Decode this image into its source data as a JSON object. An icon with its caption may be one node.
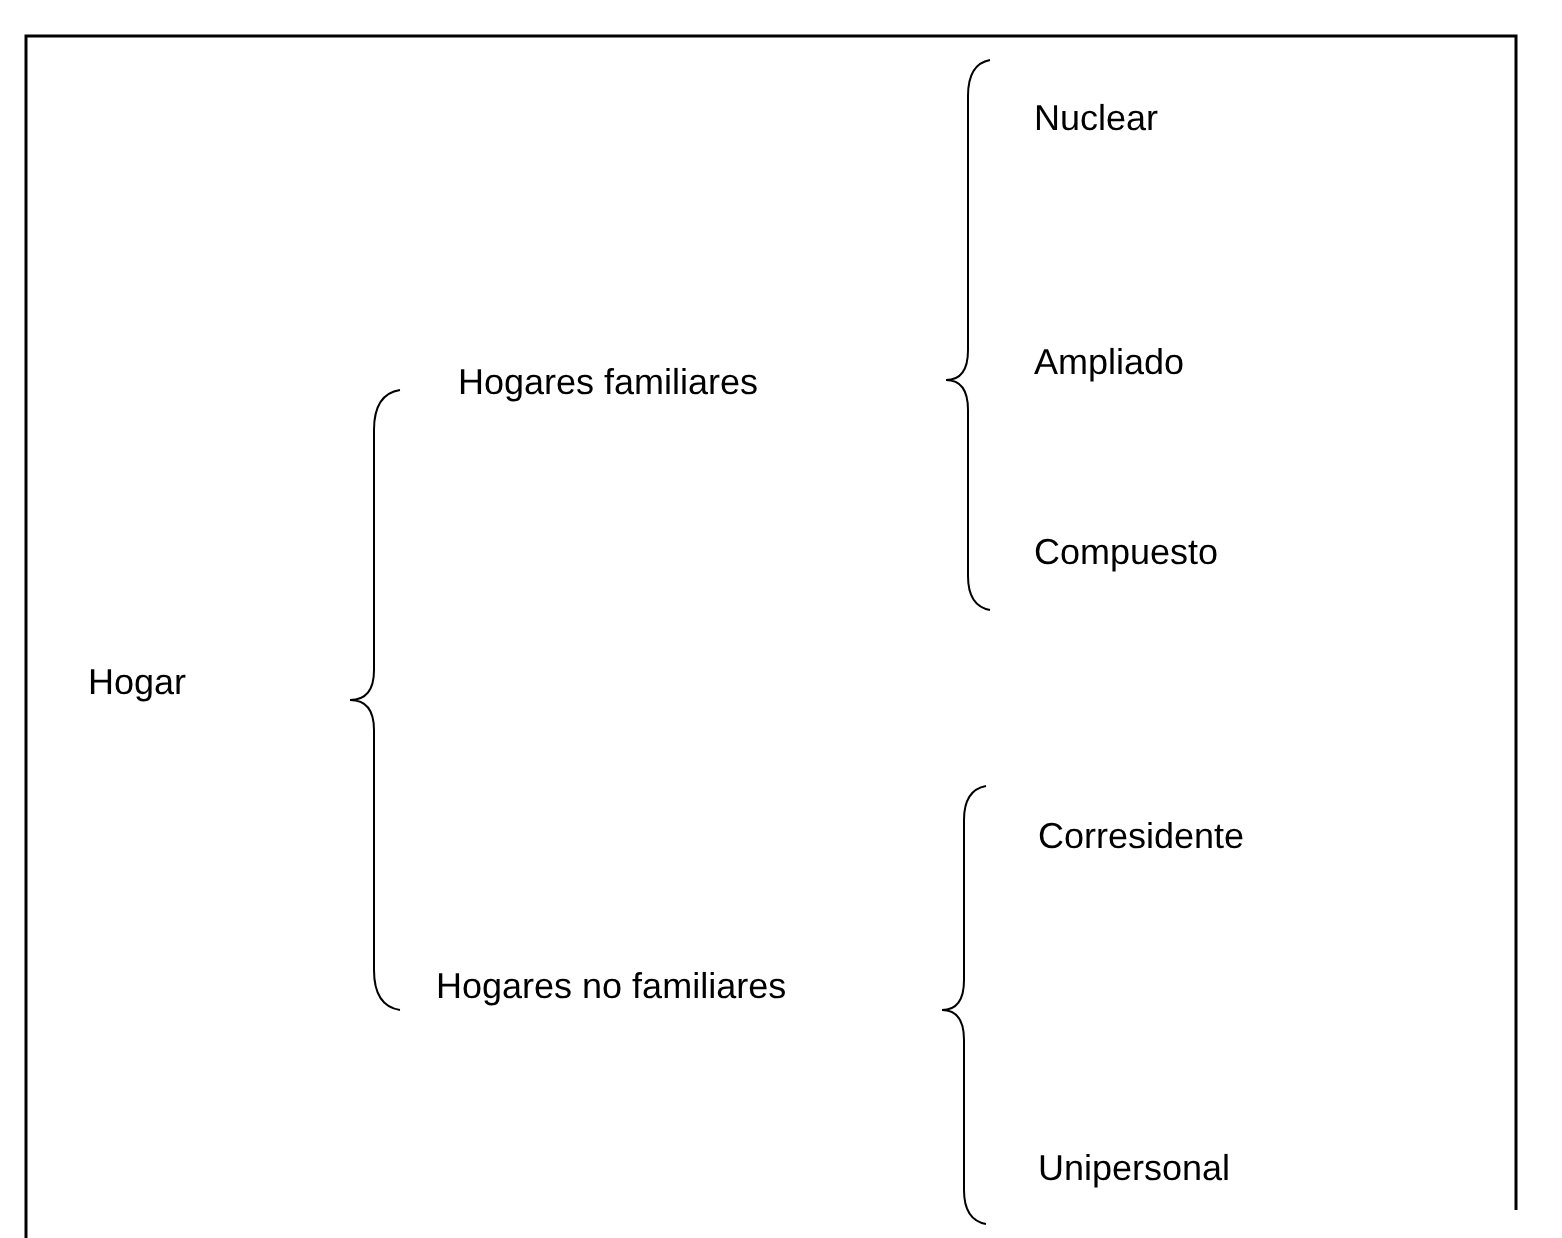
{
  "diagram": {
    "labels": [
      "Nuclear",
      "Hogares familiares",
      "Ampliado",
      "Compuesto",
      "Hogar",
      "Corresidente",
      "Hogares no familiares",
      "Unipersonal"
    ]
  }
}
